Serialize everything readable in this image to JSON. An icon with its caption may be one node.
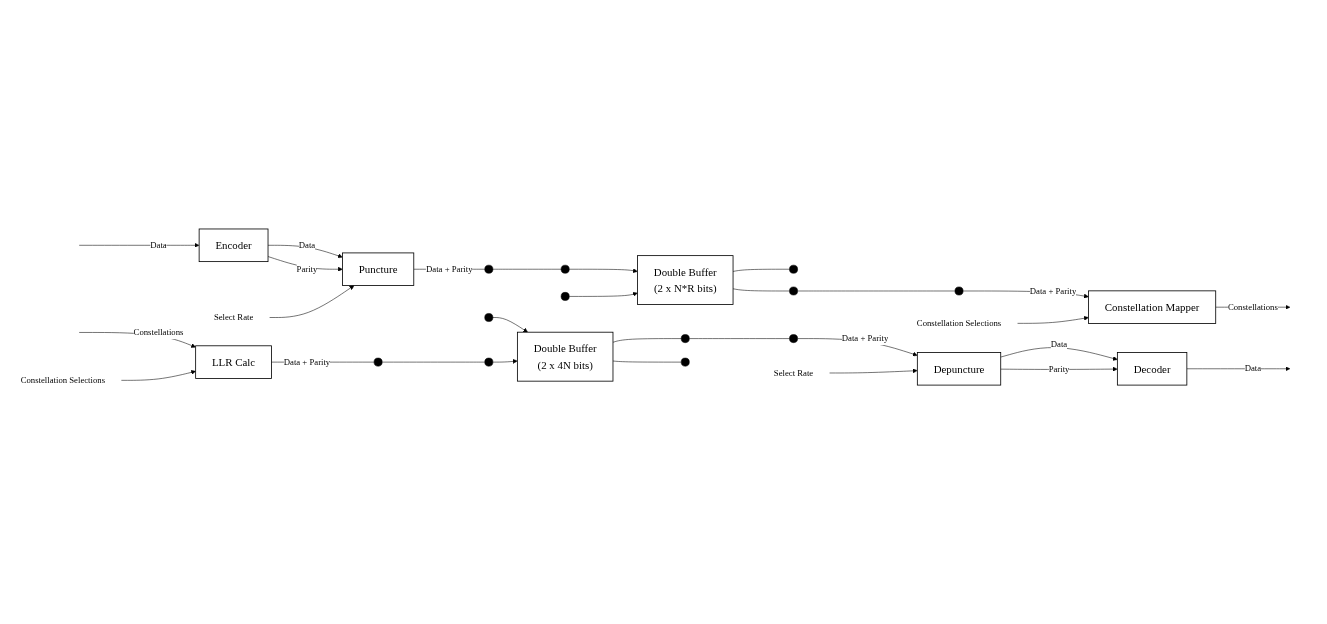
{
  "diagram": {
    "nodes": [
      {
        "text": [
          "Encoder"
        ]
      },
      {
        "text": [
          "Puncture"
        ]
      },
      {
        "text": [],
        "shape": "circle"
      },
      {
        "text": [],
        "shape": "circle"
      },
      {
        "text": [],
        "shape": "circle"
      },
      {
        "text": [
          "Double Buffer",
          "(2 x N*R bits)"
        ]
      },
      {
        "text": [],
        "shape": "circle"
      },
      {
        "text": [],
        "shape": "circle"
      },
      {
        "text": [],
        "shape": "circle"
      },
      {
        "text": [
          "Constellation Mapper"
        ]
      },
      {
        "text": [
          "Select Rate"
        ]
      },
      {
        "text": [
          "Constellation Selections"
        ]
      },
      {
        "text": [
          "Decoder"
        ]
      },
      {
        "text": [
          "Depuncture"
        ]
      },
      {
        "text": [],
        "shape": "circle"
      },
      {
        "text": [],
        "shape": "circle"
      },
      {
        "text": [],
        "shape": "circle"
      },
      {
        "text": [
          "Double Buffer",
          "(2 x 4N bits)"
        ]
      },
      {
        "text": [],
        "shape": "circle"
      },
      {
        "text": [],
        "shape": "circle"
      },
      {
        "text": [],
        "shape": "circle"
      },
      {
        "text": [
          "LLR Calc"
        ]
      },
      {
        "text": [
          "Select Rate"
        ]
      },
      {
        "text": [
          "Constellation Selections"
        ]
      }
    ],
    "edges": [
      {
        "from": null,
        "to": 0,
        "arrow": "to",
        "label": "Data"
      },
      {
        "from": 0,
        "to": 1,
        "arrow": "to",
        "label": "Data"
      },
      {
        "from": 0,
        "to": 1,
        "arrow": "to",
        "label": "Parity"
      },
      {
        "from": 1,
        "to": 2,
        "arrow": "none",
        "label": "Data + Parity"
      },
      {
        "from": 2,
        "to": 3,
        "arrow": "none"
      },
      {
        "from": 3,
        "to": 5,
        "arrow": "to"
      },
      {
        "from": 4,
        "to": 5,
        "arrow": "to"
      },
      {
        "from": 5,
        "to": 6,
        "arrow": "none"
      },
      {
        "from": 5,
        "to": 7,
        "arrow": "none"
      },
      {
        "from": 7,
        "to": 8,
        "arrow": "none"
      },
      {
        "from": 8,
        "to": 9,
        "arrow": "to",
        "label": "Data + Parity"
      },
      {
        "from": 9,
        "to": null,
        "arrow": "to",
        "label": "Constellations"
      },
      {
        "from": 10,
        "to": 1,
        "arrow": "to"
      },
      {
        "from": 11,
        "to": 9,
        "arrow": "to"
      },
      {
        "from": null,
        "to": 21,
        "arrow": "to",
        "label": "Constellations"
      },
      {
        "from": 21,
        "to": 20,
        "arrow": "none",
        "label": "Data + Parity"
      },
      {
        "from": 20,
        "to": 19,
        "arrow": "none"
      },
      {
        "from": 18,
        "to": 17,
        "arrow": "to"
      },
      {
        "from": 19,
        "to": 17,
        "arrow": "to"
      },
      {
        "from": 17,
        "to": 15,
        "arrow": "none"
      },
      {
        "from": 17,
        "to": 16,
        "arrow": "none"
      },
      {
        "from": 15,
        "to": 14,
        "arrow": "none"
      },
      {
        "from": 14,
        "to": 13,
        "arrow": "to",
        "label": "Data + Parity"
      },
      {
        "from": 13,
        "to": 12,
        "arrow": "to",
        "label": "Data"
      },
      {
        "from": 13,
        "to": 12,
        "arrow": "to",
        "label": "Parity"
      },
      {
        "from": 12,
        "to": null,
        "arrow": "to",
        "label": "Data"
      },
      {
        "from": 22,
        "to": 13,
        "arrow": "to"
      },
      {
        "from": 23,
        "to": 21,
        "arrow": "to"
      }
    ]
  }
}
